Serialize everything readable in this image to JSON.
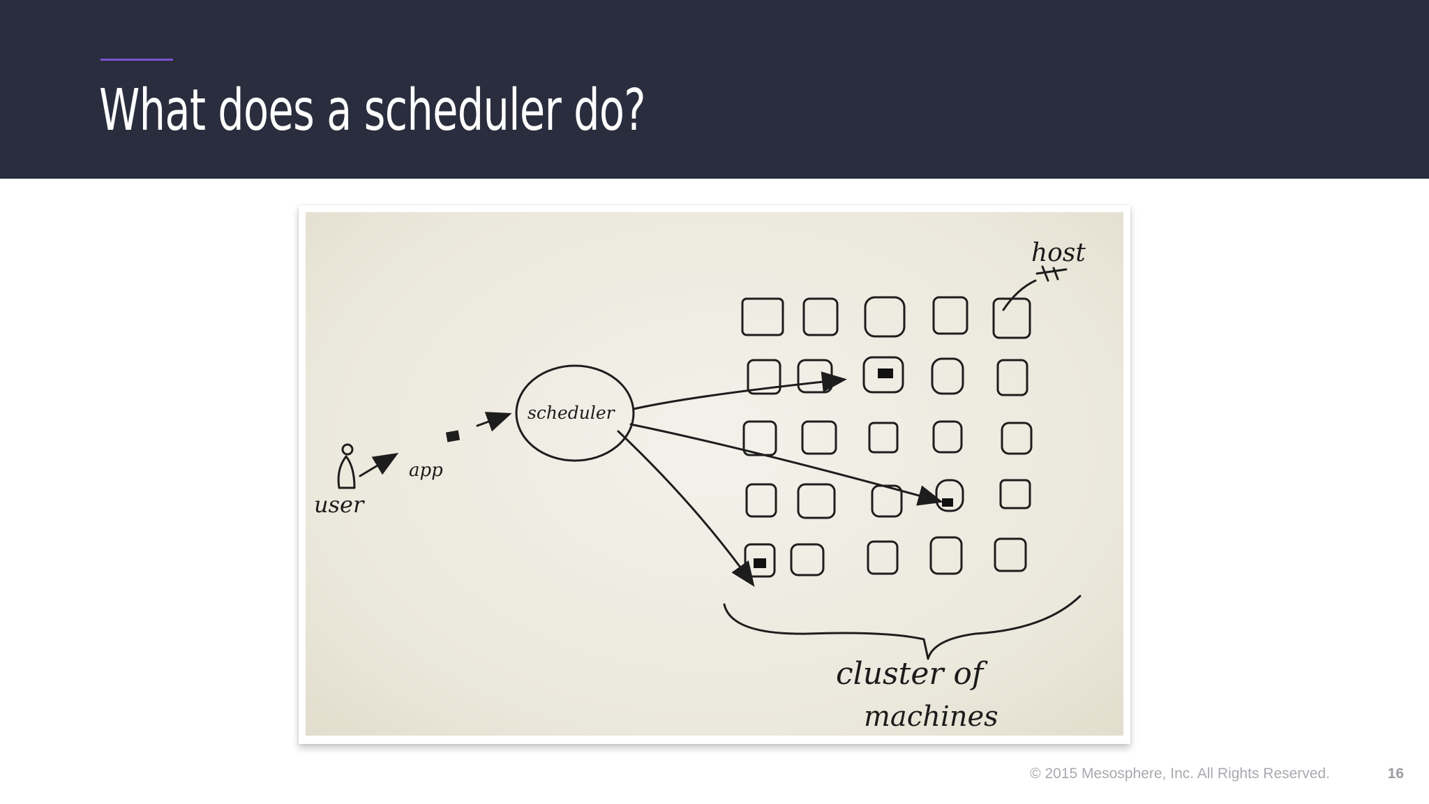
{
  "slide": {
    "title": "What does a scheduler do?",
    "page_number": "16"
  },
  "footer": {
    "copyright": "© 2015 Mesosphere, Inc. All Rights Reserved."
  },
  "sketch": {
    "labels": {
      "user": "user",
      "app": "app",
      "scheduler": "scheduler",
      "host": "host",
      "cluster_line1": "cluster of",
      "cluster_line2": "machines"
    }
  },
  "colors": {
    "header_bg": "#2a2d3d",
    "accent": "#7b52d6"
  }
}
